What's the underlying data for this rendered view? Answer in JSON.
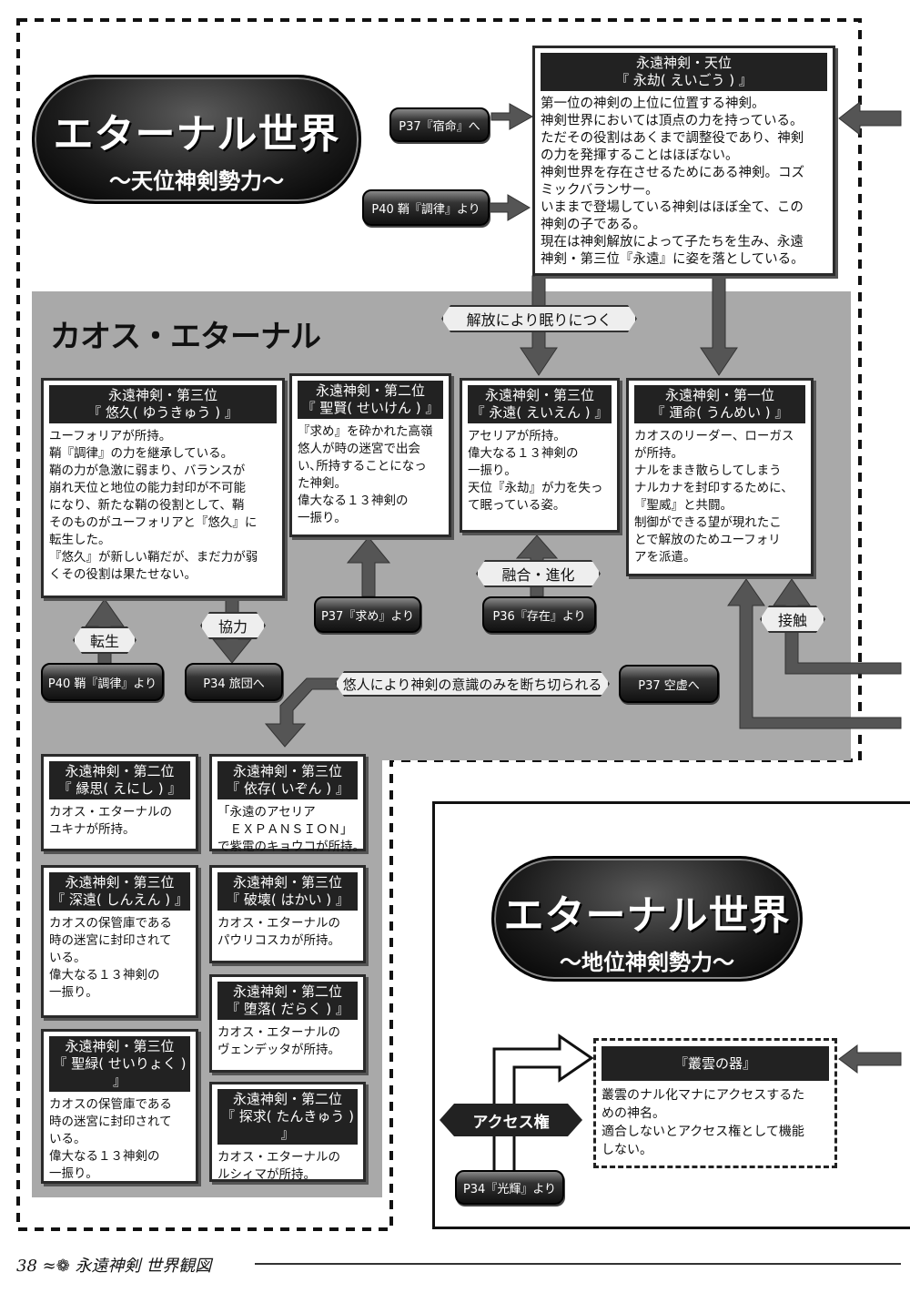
{
  "top_pill": {
    "title": "エターナル世界",
    "subtitle": "～天位神剣勢力～"
  },
  "bottom_pill": {
    "title": "エターナル世界",
    "subtitle": "～地位神剣勢力～"
  },
  "section_title": "カオス・エターナル",
  "buttons": {
    "p37_shukumei": "P37『宿命』へ",
    "p40_chouritsu_top": "P40 鞘『調律』より",
    "p37_motome": "P37『求め』より",
    "p36_sonzai": "P36『存在』より",
    "p40_chouritsu": "P40 鞘『調律』より",
    "p34_ryodan": "P34 旅団へ",
    "p37_kuukyo": "P37 空虚へ",
    "p34_kouki": "P34『光輝』より"
  },
  "tags": {
    "kaihou": "解放により眠りにつく",
    "yuugou": "融合・進化",
    "tensei": "転生",
    "kyouryoku": "協力",
    "sesshoku": "接触",
    "yuuto": "悠人により神剣の意識のみを断ち切られる",
    "access": "アクセス権"
  },
  "boxes": [
    {
      "id": "eigou",
      "rank": "永遠神剣・天位",
      "name": "『 永劫( えいごう ) 』",
      "lines": [
        "第一位の神剣の上位に位置する神剣。",
        "神剣世界においては頂点の力を持っている。",
        "ただその役割はあくまで調整役であり、神剣",
        "の力を発揮することはほぼない。",
        "神剣世界を存在させるためにある神剣。コズ",
        "ミックバランサー。",
        "いままで登場している神剣はほぼ全て、この",
        "神剣の子である。",
        "現在は神剣解放によって子たちを生み、永遠",
        "神剣・第三位『永遠』に姿を落としている。"
      ]
    },
    {
      "id": "yuukyuu",
      "rank": "永遠神剣・第三位",
      "name": "『 悠久( ゆうきゅう ) 』",
      "lines": [
        "ユーフォリアが所持。",
        "鞘『調律』の力を継承している。",
        "鞘の力が急激に弱まり、バランスが",
        "崩れ天位と地位の能力封印が不可能",
        "になり、新たな鞘の役割として、鞘",
        "そのものがユーフォリアと『悠久』に",
        "転生した。",
        "『悠久』が新しい鞘だが、まだ力が弱",
        "くその役割は果たせない。"
      ]
    },
    {
      "id": "seiken",
      "rank": "永遠神剣・第二位",
      "name": "『 聖賢( せいけん ) 』",
      "lines": [
        "『求め』を砕かれた高嶺",
        "悠人が時の迷宮で出会",
        "い､所持することになっ",
        "た神剣。",
        "偉大なる１３神剣の",
        "一振り。"
      ]
    },
    {
      "id": "eien",
      "rank": "永遠神剣・第三位",
      "name": "『 永遠( えいえん ) 』",
      "lines": [
        "アセリアが所持。",
        "偉大なる１３神剣の",
        "一振り。",
        "天位『永劫』が力を失っ",
        "て眠っている姿。"
      ]
    },
    {
      "id": "unmei",
      "rank": "永遠神剣・第一位",
      "name": "『 運命( うんめい ) 』",
      "lines": [
        "カオスのリーダー、ローガス",
        "が所持。",
        "ナルをまき散らしてしまう",
        "ナルカナを封印するために、",
        "『聖威』と共闘。",
        "制御ができる望が現れたこ",
        "とで解放のためユーフォリ",
        "アを派遣。"
      ]
    },
    {
      "id": "enishi",
      "rank": "永遠神剣・第二位",
      "name": "『 縁思( えにし ) 』",
      "lines": [
        "カオス・エターナルの",
        "ユキナが所持。"
      ]
    },
    {
      "id": "izon",
      "rank": "永遠神剣・第三位",
      "name": "『 依存( いぞん ) 』",
      "lines": [
        "「永遠のアセリア",
        "　ＥＸＰＡＮＳＩＯＮ」",
        "で紫電のキョウコが所持。"
      ]
    },
    {
      "id": "shinen",
      "rank": "永遠神剣・第三位",
      "name": "『 深遠( しんえん ) 』",
      "lines": [
        "カオスの保管庫である",
        "時の迷宮に封印されて",
        "いる。",
        "偉大なる１３神剣の",
        "一振り。"
      ]
    },
    {
      "id": "hakai",
      "rank": "永遠神剣・第三位",
      "name": "『 破壊( はかい ) 』",
      "lines": [
        "カオス・エターナルの",
        "パウリコスカが所持。"
      ]
    },
    {
      "id": "daraku",
      "rank": "永遠神剣・第二位",
      "name": "『 堕落( だらく ) 』",
      "lines": [
        "カオス・エターナルの",
        "ヴェンデッタが所持。"
      ]
    },
    {
      "id": "seiryoku",
      "rank": "永遠神剣・第三位",
      "name": "『 聖緑( せいりょく ) 』",
      "lines": [
        "カオスの保管庫である",
        "時の迷宮に封印されて",
        "いる。",
        "偉大なる１３神剣の",
        "一振り。"
      ]
    },
    {
      "id": "tankyuu",
      "rank": "永遠神剣・第二位",
      "name": "『 探求( たんきゅう ) 』",
      "lines": [
        "カオス・エターナルの",
        "ルシィマが所持。"
      ]
    }
  ],
  "murakumo": {
    "name": "『叢雲の器』",
    "lines": [
      "叢雲のナル化マナにアクセスするた",
      "めの神名。",
      "適合しないとアクセス権として機能",
      "しない。"
    ]
  },
  "footer": {
    "page_number": "38",
    "title": "永遠神剣 世界観図"
  }
}
